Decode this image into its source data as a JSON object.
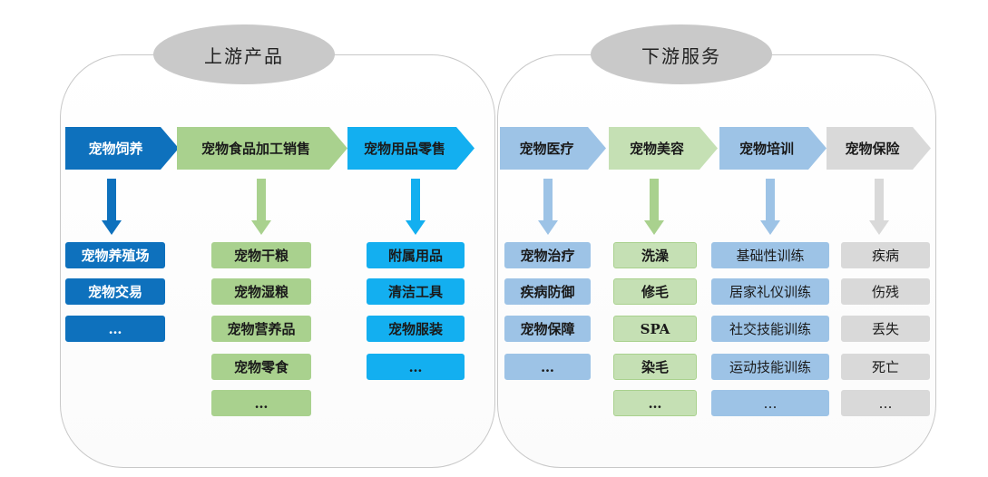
{
  "upstream": {
    "title": "上游产品"
  },
  "downstream": {
    "title": "下游服务"
  },
  "columns": [
    {
      "header": "宠物饲养",
      "bg": "#0e71bd",
      "fg": "#ffffff",
      "border": "#0e71bd",
      "items": [
        "宠物养殖场",
        "宠物交易",
        "…"
      ]
    },
    {
      "header": "宠物食品加工销售",
      "bg": "#a9d18e",
      "fg": "#1a1a1a",
      "border": "#a9d18e",
      "items": [
        "宠物干粮",
        "宠物湿粮",
        "宠物营养品",
        "宠物零食",
        "…"
      ]
    },
    {
      "header": "宠物用品零售",
      "bg": "#13aff0",
      "fg": "#1a1a1a",
      "border": "#13aff0",
      "items": [
        "附属用品",
        "清洁工具",
        "宠物服装",
        "…"
      ]
    },
    {
      "header": "宠物医疗",
      "bg": "#9dc3e6",
      "fg": "#1a1a1a",
      "border": "#9dc3e6",
      "items": [
        "宠物治疗",
        "疾病防御",
        "宠物保障",
        "…"
      ]
    },
    {
      "header": "宠物美容",
      "bg": "#c5e0b4",
      "fg": "#1a1a1a",
      "border": "#a9d18e",
      "items": [
        "洗澡",
        "修毛",
        "SPA",
        "染毛",
        "…"
      ]
    },
    {
      "header": "宠物培训",
      "bg": "#9dc3e6",
      "fg": "#1a1a1a",
      "border": "#9dc3e6",
      "items": [
        "基础性训练",
        "居家礼仪训练",
        "社交技能训练",
        "运动技能训练",
        "…"
      ]
    },
    {
      "header": "宠物保险",
      "bg": "#d9d9d9",
      "fg": "#1a1a1a",
      "border": "#d9d9d9",
      "items": [
        "疾病",
        "伤残",
        "丢失",
        "死亡",
        "…"
      ]
    }
  ]
}
